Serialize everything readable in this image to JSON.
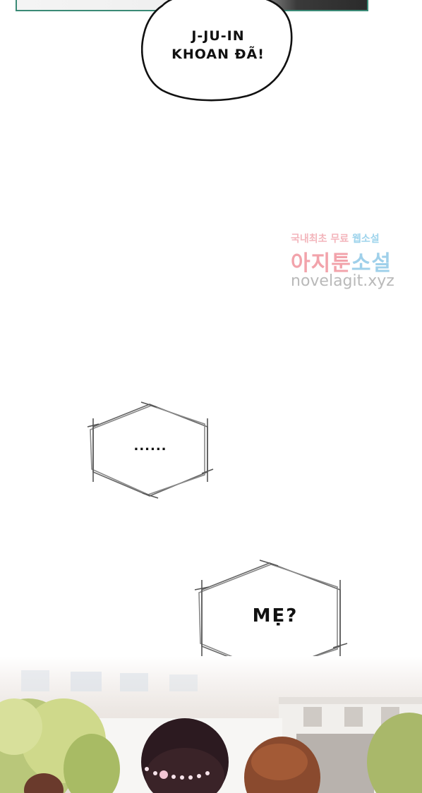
{
  "speech_bubble": {
    "line1": "J-JU-IN",
    "line2": "KHOAN ĐÃ!"
  },
  "watermark": {
    "line1_a": "국내최초 무료 ",
    "line1_b": "웹소설",
    "line2_a": "아지툰",
    "line2_b": "소설",
    "line3": "novelagit.xyz"
  },
  "caption_box_1": {
    "text": "......"
  },
  "caption_box_2": {
    "text": "MẸ?"
  }
}
